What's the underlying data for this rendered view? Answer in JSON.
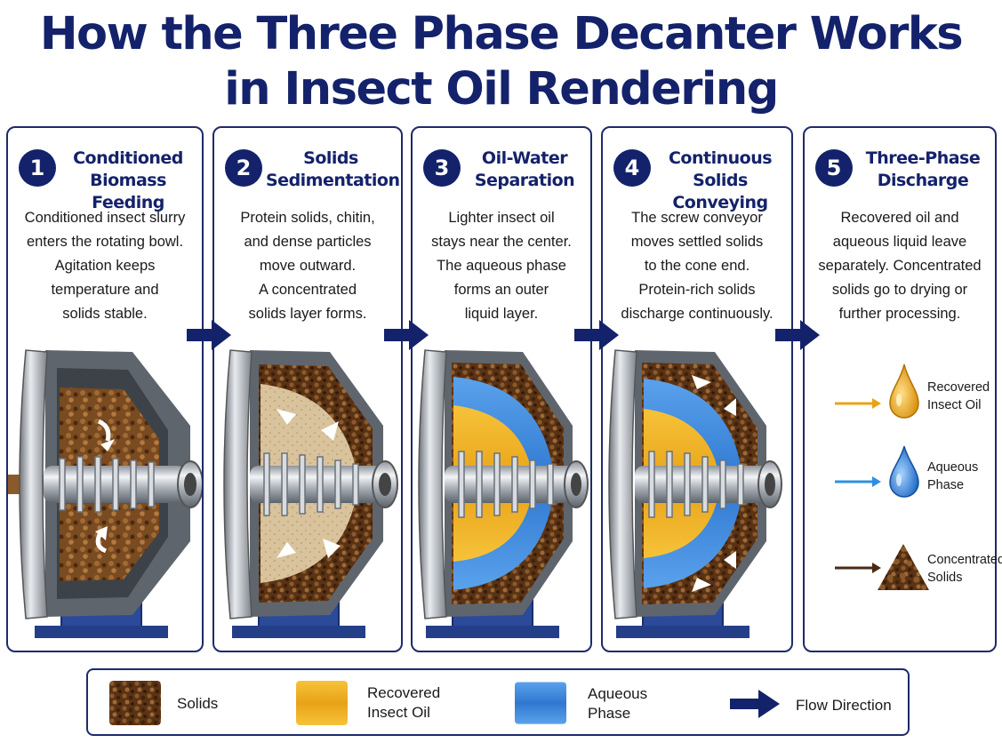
{
  "title": {
    "line1": "How the Three Phase Decanter Works",
    "line2": "in Insect Oil Rendering"
  },
  "steps": [
    {
      "number": "1",
      "title": [
        "Conditioned",
        "Biomass Feeding"
      ],
      "body": [
        "Conditioned insect slurry",
        "enters the rotating bowl.",
        "Agitation keeps",
        "temperature and",
        "solids stable."
      ]
    },
    {
      "number": "2",
      "title": [
        "Solids",
        "Sedimentation"
      ],
      "body": [
        "Protein solids, chitin,",
        "and dense particles",
        "move outward.",
        "A concentrated",
        "solids layer forms."
      ]
    },
    {
      "number": "3",
      "title": [
        "Oil-Water",
        "Separation"
      ],
      "body": [
        "Lighter insect oil",
        "stays near the center.",
        "The aqueous phase",
        "forms an outer",
        "liquid layer."
      ]
    },
    {
      "number": "4",
      "title": [
        "Continuous",
        "Solids Conveying"
      ],
      "body": [
        "The screw conveyor",
        "moves settled solids",
        "to the cone end.",
        "Protein-rich solids",
        "discharge continuously."
      ]
    },
    {
      "number": "5",
      "title": [
        "Three-Phase",
        "Discharge"
      ],
      "body": [
        "Recovered oil and",
        "aqueous liquid leave",
        "separately. Concentrated",
        "solids go to drying or",
        "further processing."
      ]
    }
  ],
  "outlets": [
    {
      "label": [
        "Recovered",
        "Insect Oil"
      ],
      "arrow_color": "#e8a317",
      "icon": "oil-drop-icon"
    },
    {
      "label": [
        "Aqueous",
        "Phase"
      ],
      "arrow_color": "#2f8fe0",
      "icon": "water-drop-icon"
    },
    {
      "label": [
        "Concentrated",
        "Solids"
      ],
      "arrow_color": "#4a2a14",
      "icon": "solids-pile-icon"
    }
  ],
  "legend": [
    {
      "label": [
        "Solids"
      ],
      "color": "#6b3f1d"
    },
    {
      "label": [
        "Recovered",
        "Insect Oil"
      ],
      "color": "#f2b21c"
    },
    {
      "label": [
        "Aqueous",
        "Phase"
      ],
      "color": "#3f8de0"
    },
    {
      "label": [
        "Flow Direction"
      ],
      "color": "#14226b"
    }
  ],
  "colors": {
    "navy": "#14226b",
    "solids": "#6b3f1d",
    "oil": "#f2b21c",
    "water": "#3f8de0",
    "steel": "#b9bec5",
    "base": "#2c4a9a"
  }
}
